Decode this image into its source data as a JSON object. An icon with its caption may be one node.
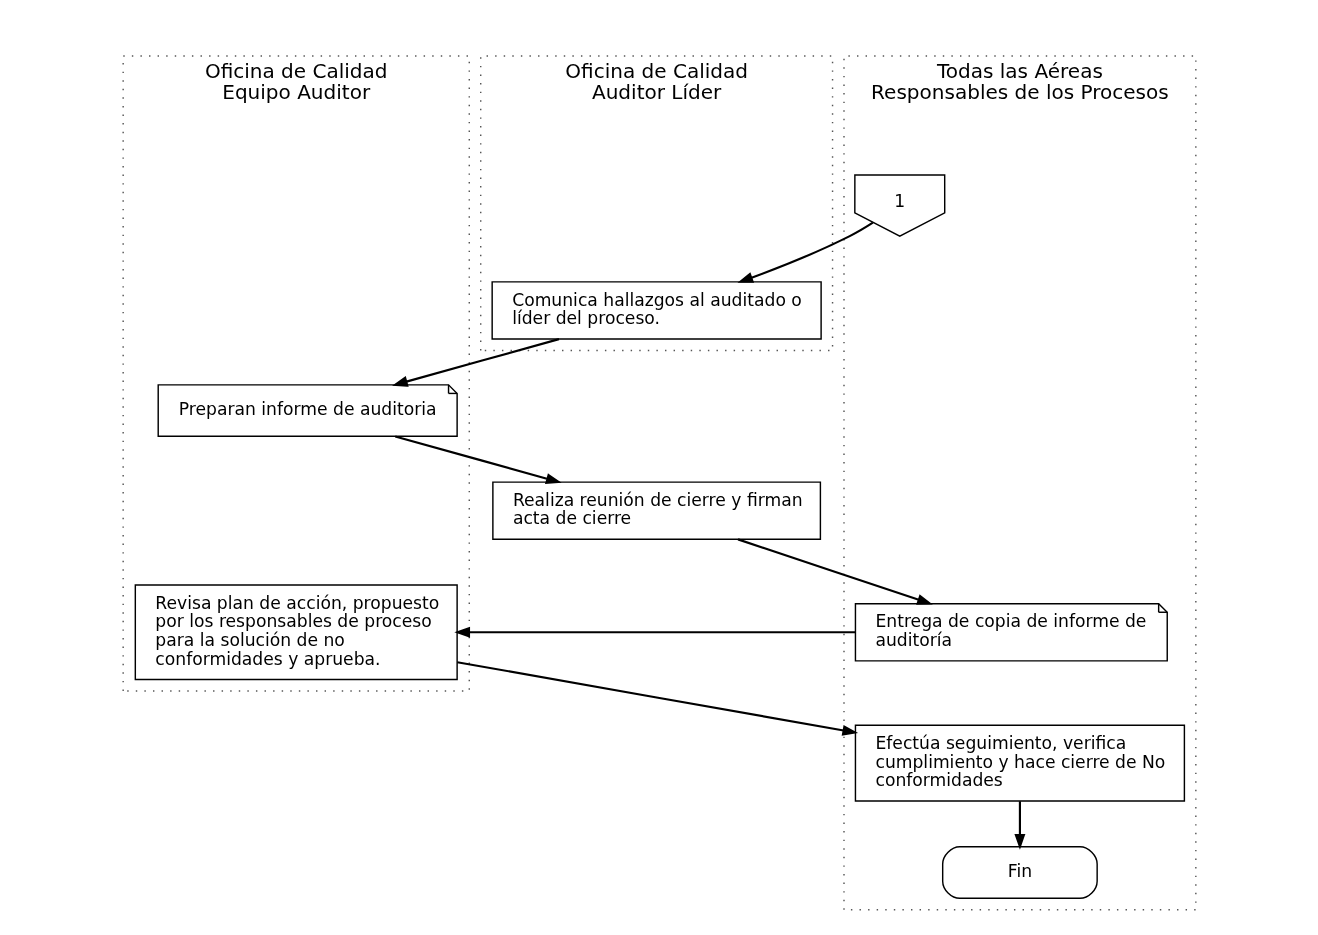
{
  "diagram": {
    "nodes": [
      {
        "text": [
          "Oficina de Calidad",
          "Auditor Líder"
        ]
      },
      {
        "text": [
          "Oficina de Calidad",
          "Equipo Auditor"
        ]
      },
      {
        "text": [
          "Todas las Aéreas",
          "Responsables de los Procesos"
        ]
      },
      {
        "text": [
          "1"
        ],
        "in": 2
      },
      {
        "text": [
          "Comunica hallazgos al auditado o líder del proceso."
        ],
        "in": 0
      },
      {
        "text": [
          "Preparan informe de auditoria"
        ],
        "in": 1
      },
      {
        "text": [
          "Realiza reunión de cierre y firman acta de cierre"
        ]
      },
      {
        "text": [
          "Entrega de copia de informe de auditoría"
        ],
        "in": 2
      },
      {
        "text": [
          "Revisa plan de acción, propuesto por los responsables de proceso para la solución de no conformidades y aprueba."
        ],
        "in": 1
      },
      {
        "text": [
          "Efectúa seguimiento, verifica cumplimiento y hace cierre de No conformidades"
        ],
        "in": 2
      },
      {
        "text": [
          "Fin"
        ],
        "in": 2
      }
    ],
    "edges": [
      {
        "from": 3,
        "to": 4,
        "arrow": "to"
      },
      {
        "from": 4,
        "to": 5,
        "arrow": "to"
      },
      {
        "from": 5,
        "to": 6,
        "arrow": "to"
      },
      {
        "from": 6,
        "to": 7,
        "arrow": "to"
      },
      {
        "from": 7,
        "to": 8,
        "arrow": "to"
      },
      {
        "from": 8,
        "to": 9,
        "arrow": "to"
      },
      {
        "from": 9,
        "to": 10,
        "arrow": "to"
      }
    ]
  }
}
